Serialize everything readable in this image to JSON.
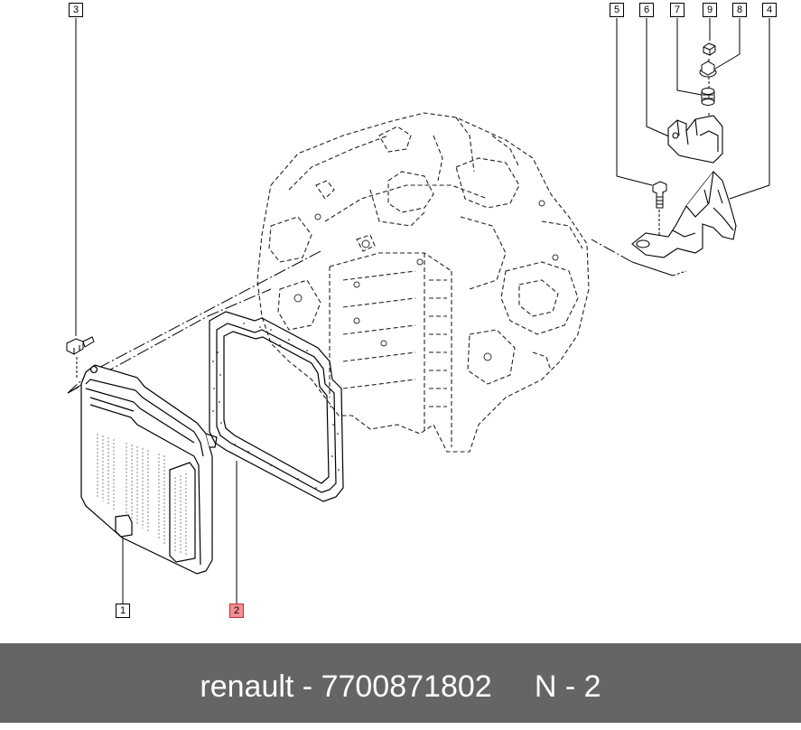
{
  "callouts": {
    "c1": "1",
    "c2": "2",
    "c3": "3",
    "c4": "4",
    "c5": "5",
    "c6": "6",
    "c7": "7",
    "c8": "8",
    "c9": "9"
  },
  "footer": {
    "brand": "renault",
    "separator": " - ",
    "part_number": "7700871802",
    "gap": "     ",
    "position": "N - 2"
  },
  "colors": {
    "highlight": "#f08f96",
    "footer_bg": "#656565",
    "footer_text": "#ffffff",
    "line": "#000000"
  }
}
